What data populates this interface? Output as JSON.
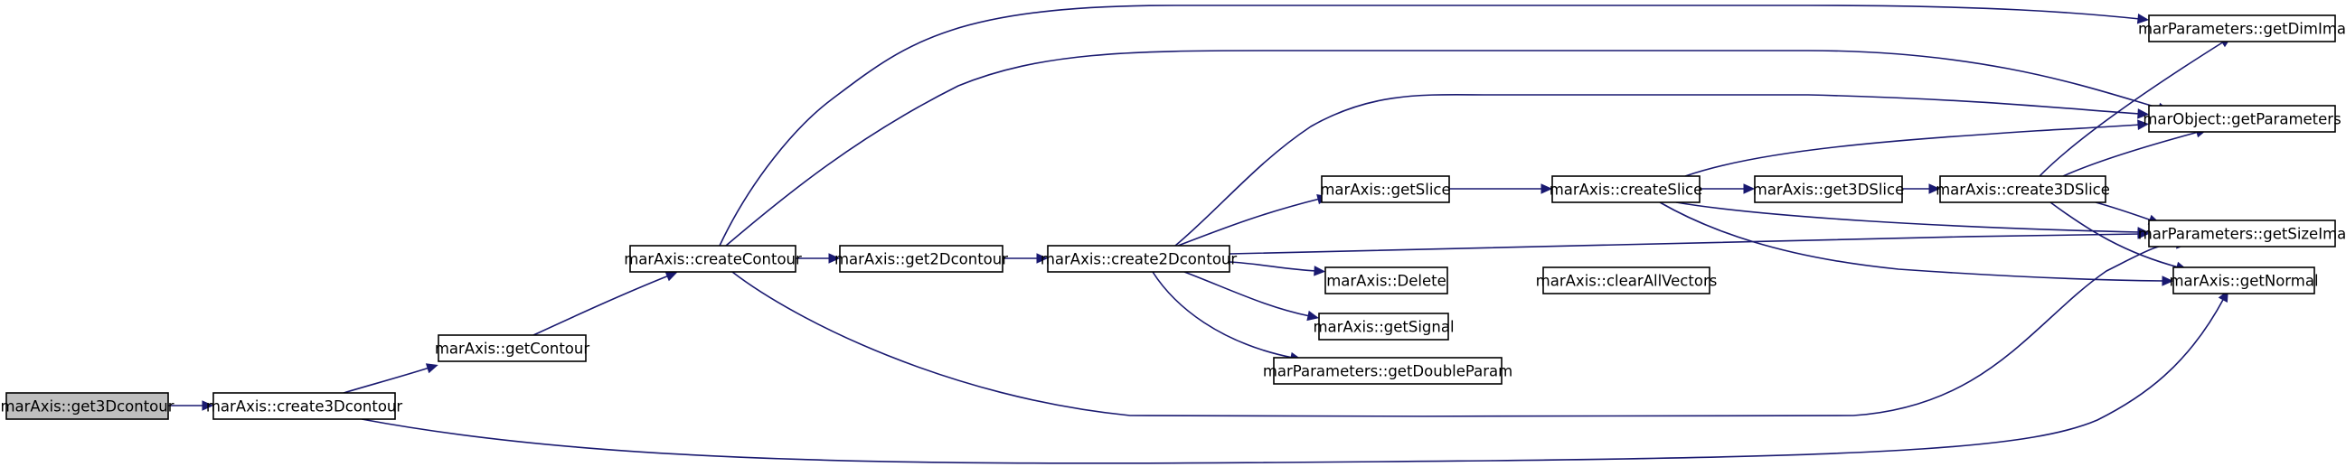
{
  "diagram": {
    "type": "call-graph",
    "nodes": [
      {
        "id": "get3Dcontour",
        "label": "marAxis::get3Dcontour",
        "highlighted": true
      },
      {
        "id": "create3Dcontour",
        "label": "marAxis::create3Dcontour"
      },
      {
        "id": "getContour",
        "label": "marAxis::getContour"
      },
      {
        "id": "createContour",
        "label": "marAxis::createContour"
      },
      {
        "id": "get2Dcontour",
        "label": "marAxis::get2Dcontour"
      },
      {
        "id": "create2Dcontour",
        "label": "marAxis::create2Dcontour"
      },
      {
        "id": "getSlice",
        "label": "marAxis::getSlice"
      },
      {
        "id": "createSlice",
        "label": "marAxis::createSlice"
      },
      {
        "id": "get3DSlice",
        "label": "marAxis::get3DSlice"
      },
      {
        "id": "create3DSlice",
        "label": "marAxis::create3DSlice"
      },
      {
        "id": "Delete",
        "label": "marAxis::Delete"
      },
      {
        "id": "clearAllVectors",
        "label": "marAxis::clearAllVectors"
      },
      {
        "id": "getSignal",
        "label": "marAxis::getSignal"
      },
      {
        "id": "getDoubleParam",
        "label": "marParameters::getDoubleParam"
      },
      {
        "id": "getDimIma",
        "label": "marParameters::getDimIma"
      },
      {
        "id": "getParameters",
        "label": "marObject::getParameters"
      },
      {
        "id": "getSizeIma",
        "label": "marParameters::getSizeIma"
      },
      {
        "id": "getNormal",
        "label": "marAxis::getNormal"
      }
    ],
    "edges": [
      {
        "from": "get3Dcontour",
        "to": "create3Dcontour"
      },
      {
        "from": "create3Dcontour",
        "to": "getContour"
      },
      {
        "from": "create3Dcontour",
        "to": "getNormal"
      },
      {
        "from": "getContour",
        "to": "createContour"
      },
      {
        "from": "createContour",
        "to": "get2Dcontour"
      },
      {
        "from": "createContour",
        "to": "getDimIma"
      },
      {
        "from": "createContour",
        "to": "getParameters"
      },
      {
        "from": "createContour",
        "to": "getSizeIma"
      },
      {
        "from": "get2Dcontour",
        "to": "create2Dcontour"
      },
      {
        "from": "create2Dcontour",
        "to": "getSlice"
      },
      {
        "from": "create2Dcontour",
        "to": "Delete"
      },
      {
        "from": "create2Dcontour",
        "to": "getSignal"
      },
      {
        "from": "create2Dcontour",
        "to": "getDoubleParam"
      },
      {
        "from": "create2Dcontour",
        "to": "getParameters"
      },
      {
        "from": "create2Dcontour",
        "to": "getSizeIma"
      },
      {
        "from": "getSlice",
        "to": "createSlice"
      },
      {
        "from": "createSlice",
        "to": "get3DSlice"
      },
      {
        "from": "createSlice",
        "to": "getParameters"
      },
      {
        "from": "createSlice",
        "to": "getSizeIma"
      },
      {
        "from": "createSlice",
        "to": "getNormal"
      },
      {
        "from": "get3DSlice",
        "to": "create3DSlice"
      },
      {
        "from": "create3DSlice",
        "to": "getDimIma"
      },
      {
        "from": "create3DSlice",
        "to": "getParameters"
      },
      {
        "from": "create3DSlice",
        "to": "getSizeIma"
      },
      {
        "from": "create3DSlice",
        "to": "getNormal"
      },
      {
        "from": "Delete",
        "to": "clearAllVectors"
      }
    ],
    "colors": {
      "edge": "#191970",
      "node_border": "#000000",
      "node_fill": "#ffffff",
      "highlight_fill": "#bfbfbf"
    }
  }
}
